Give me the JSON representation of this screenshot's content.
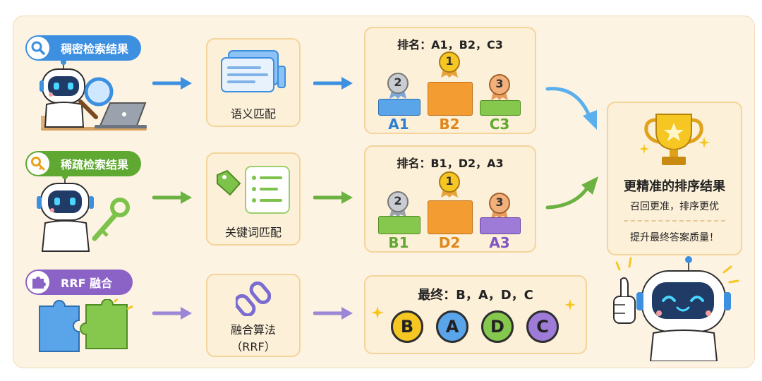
{
  "rows": {
    "dense": {
      "title": "稠密检索结果",
      "step": "语义匹配",
      "rank": "排名：A1，B2，C3",
      "places": [
        "A1",
        "B2",
        "C3"
      ]
    },
    "sparse": {
      "title": "稀疏检索结果",
      "step": "关键词匹配",
      "rank": "排名：B1，D2，A3",
      "places": [
        "B1",
        "D2",
        "A3"
      ]
    },
    "rrf": {
      "title": "RRF 融合",
      "step_line1": "融合算法",
      "step_line2": "（RRF）",
      "final": "最终：B，A，D，C",
      "coins": [
        "B",
        "A",
        "D",
        "C"
      ]
    }
  },
  "medals": [
    "1",
    "2",
    "3"
  ],
  "result": {
    "title": "更精准的排序结果",
    "line1": "召回更准，排序更优",
    "line2": "提升最终答案质量！"
  },
  "colors": {
    "blue": "#3d8fe0",
    "green": "#5fa832",
    "purple": "#8b63c6",
    "orange": "#f3a02e",
    "gold": "#f6c623"
  },
  "icons": [
    "search-icon",
    "key-icon",
    "puzzle-icon",
    "document-icon",
    "tag-icon",
    "list-icon",
    "link-icon",
    "medal-icon",
    "trophy-icon",
    "robot-icon",
    "laptop-icon",
    "thumbs-up-icon",
    "sparkle-icon"
  ]
}
